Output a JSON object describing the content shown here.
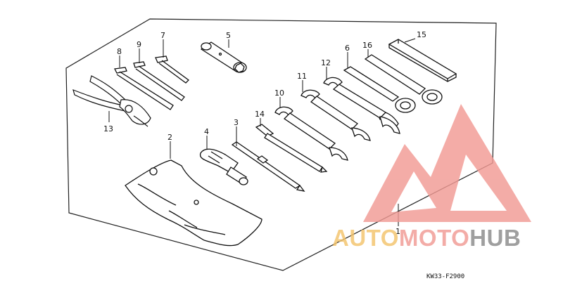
{
  "diagram": {
    "callouts": [
      {
        "id": "c1",
        "label": "1"
      },
      {
        "id": "c2",
        "label": "2"
      },
      {
        "id": "c3",
        "label": "3"
      },
      {
        "id": "c4",
        "label": "4"
      },
      {
        "id": "c5",
        "label": "5"
      },
      {
        "id": "c6",
        "label": "6"
      },
      {
        "id": "c7",
        "label": "7"
      },
      {
        "id": "c8",
        "label": "8"
      },
      {
        "id": "c9",
        "label": "9"
      },
      {
        "id": "c10",
        "label": "10"
      },
      {
        "id": "c11",
        "label": "11"
      },
      {
        "id": "c12",
        "label": "12"
      },
      {
        "id": "c13",
        "label": "13"
      },
      {
        "id": "c14",
        "label": "14"
      },
      {
        "id": "c15",
        "label": "15"
      },
      {
        "id": "c16",
        "label": "16"
      }
    ],
    "drawing_code": "KW33-F2900"
  },
  "watermark": {
    "part1": "AUTO",
    "part2": "MOTO",
    "part3": "HUB",
    "colors": {
      "gold": "#f4c46c",
      "salmon": "#f19a94",
      "gray": "#8a8a8a"
    }
  }
}
